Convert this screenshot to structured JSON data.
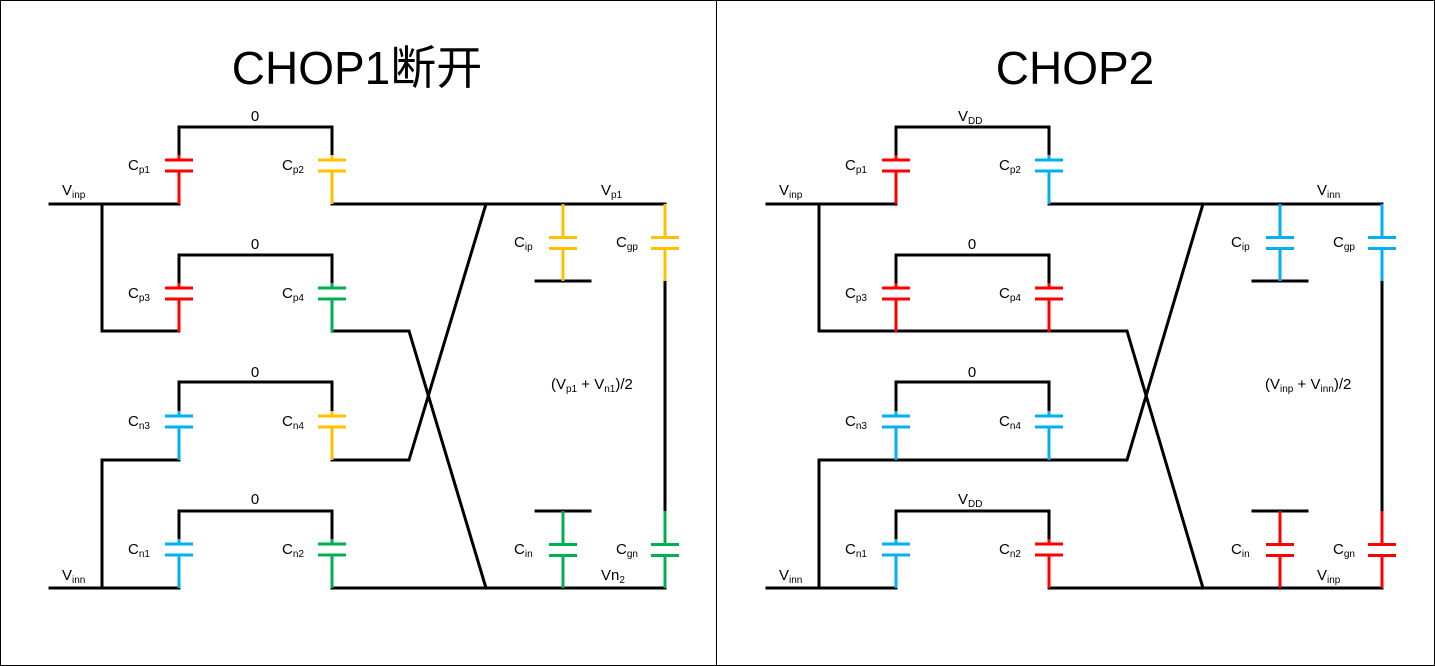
{
  "colors": {
    "red": "#ff0000",
    "yellow": "#ffc000",
    "blue": "#00b0f0",
    "green": "#00b050",
    "wire": "#000000"
  },
  "left": {
    "title": "CHOP1断开",
    "top_values": [
      "0",
      "0",
      "0",
      "0"
    ],
    "node_p": "V",
    "node_p_sub": "p1",
    "node_n": "Vn",
    "node_n_sub": "2",
    "mid_expr": {
      "open": "(V",
      "s1": "p1",
      "plus": " + V",
      "s2": "n1",
      "close": ")/2"
    },
    "input_top": {
      "base": "V",
      "sub": "inp"
    },
    "input_bottom": {
      "base": "V",
      "sub": "inn"
    },
    "caps": {
      "cp1": {
        "base": "C",
        "sub": "p1",
        "color": "red"
      },
      "cp2": {
        "base": "C",
        "sub": "p2",
        "color": "yellow"
      },
      "cp3": {
        "base": "C",
        "sub": "p3",
        "color": "red"
      },
      "cp4": {
        "base": "C",
        "sub": "p4",
        "color": "green"
      },
      "cn3": {
        "base": "C",
        "sub": "n3",
        "color": "blue"
      },
      "cn4": {
        "base": "C",
        "sub": "n4",
        "color": "yellow"
      },
      "cn1": {
        "base": "C",
        "sub": "n1",
        "color": "blue"
      },
      "cn2": {
        "base": "C",
        "sub": "n2",
        "color": "green"
      },
      "cip": {
        "base": "C",
        "sub": "ip",
        "color": "yellow"
      },
      "cgp": {
        "base": "C",
        "sub": "gp",
        "color": "yellow"
      },
      "cin": {
        "base": "C",
        "sub": "in",
        "color": "green"
      },
      "cgn": {
        "base": "C",
        "sub": "gn",
        "color": "green"
      }
    }
  },
  "right": {
    "title": "CHOP2",
    "top1": {
      "base": "V",
      "sub": "DD"
    },
    "top2": "0",
    "top3": "0",
    "top4": {
      "base": "V",
      "sub": "DD"
    },
    "node_p": {
      "base": "V",
      "sub": "inn"
    },
    "node_n": {
      "base": "V",
      "sub": "inp"
    },
    "mid_expr": {
      "open": "(V",
      "s1": "inp",
      "plus": " + V",
      "s2": "inn",
      "close": ")/2"
    },
    "input_top": {
      "base": "V",
      "sub": "inp"
    },
    "input_bottom": {
      "base": "V",
      "sub": "inn"
    },
    "caps": {
      "cp1": {
        "base": "C",
        "sub": "p1",
        "color": "red"
      },
      "cp2": {
        "base": "C",
        "sub": "p2",
        "color": "blue"
      },
      "cp3": {
        "base": "C",
        "sub": "p3",
        "color": "red"
      },
      "cp4": {
        "base": "C",
        "sub": "p4",
        "color": "red"
      },
      "cn3": {
        "base": "C",
        "sub": "n3",
        "color": "blue"
      },
      "cn4": {
        "base": "C",
        "sub": "n4",
        "color": "blue"
      },
      "cn1": {
        "base": "C",
        "sub": "n1",
        "color": "blue"
      },
      "cn2": {
        "base": "C",
        "sub": "n2",
        "color": "red"
      },
      "cip": {
        "base": "C",
        "sub": "ip",
        "color": "blue"
      },
      "cgp": {
        "base": "C",
        "sub": "gp",
        "color": "blue"
      },
      "cin": {
        "base": "C",
        "sub": "in",
        "color": "red"
      },
      "cgn": {
        "base": "C",
        "sub": "gn",
        "color": "red"
      }
    }
  }
}
